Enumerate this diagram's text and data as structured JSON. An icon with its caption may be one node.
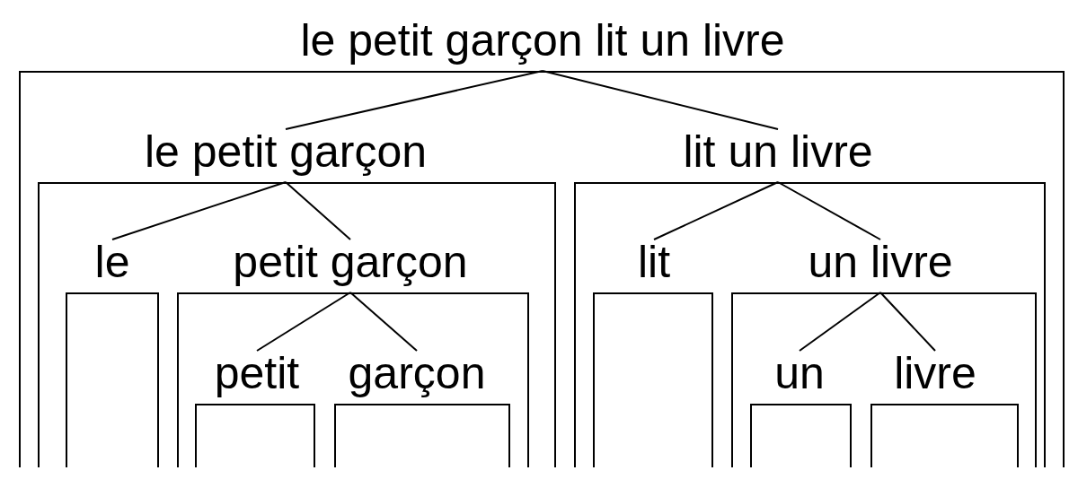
{
  "diagram": {
    "nodes": [
      {
        "text": [
          "le petit garçon lit un livre"
        ]
      },
      {
        "text": [
          "le petit garçon"
        ],
        "in": 0
      },
      {
        "text": [
          "le"
        ],
        "in": 1
      },
      {
        "text": [
          "petit garçon"
        ],
        "in": 1
      },
      {
        "text": [
          "petit"
        ],
        "in": 3
      },
      {
        "text": [
          "garçon"
        ],
        "in": 3
      },
      {
        "text": [
          "lit un livre"
        ],
        "in": 0
      },
      {
        "text": [
          "lit"
        ],
        "in": 6
      },
      {
        "text": [
          "un livre"
        ],
        "in": 6
      },
      {
        "text": [
          "un"
        ],
        "in": 8
      },
      {
        "text": [
          "livre"
        ],
        "in": 8
      }
    ],
    "edges": [
      {
        "from": 0,
        "to": 1,
        "arrow": "none"
      },
      {
        "from": 0,
        "to": 6,
        "arrow": "none"
      },
      {
        "from": 1,
        "to": 2,
        "arrow": "none"
      },
      {
        "from": 1,
        "to": 3,
        "arrow": "none"
      },
      {
        "from": 3,
        "to": 4,
        "arrow": "none"
      },
      {
        "from": 3,
        "to": 5,
        "arrow": "none"
      },
      {
        "from": 6,
        "to": 7,
        "arrow": "none"
      },
      {
        "from": 6,
        "to": 8,
        "arrow": "none"
      },
      {
        "from": 8,
        "to": 9,
        "arrow": "none"
      },
      {
        "from": 8,
        "to": 10,
        "arrow": "none"
      }
    ]
  }
}
